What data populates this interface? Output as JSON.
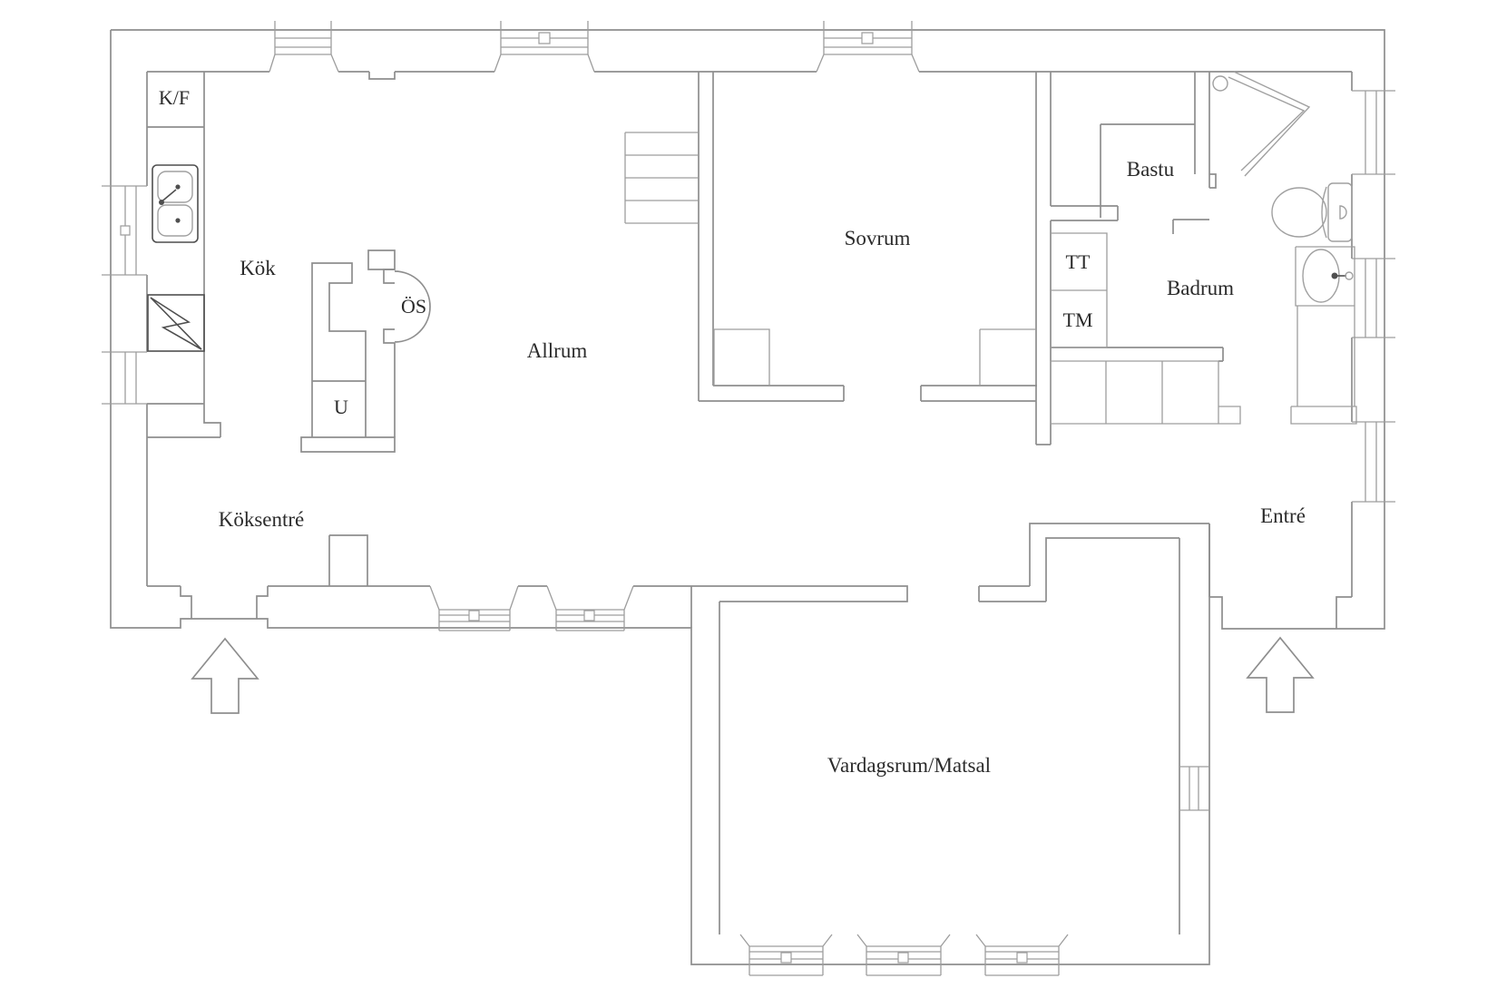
{
  "plan": {
    "type": "floor-plan",
    "language": "Swedish",
    "rooms": {
      "kf": "K/F",
      "kok": "Kök",
      "os": "ÖS",
      "u": "U",
      "allrum": "Allrum",
      "koksentre": "Köksentré",
      "sovrum": "Sovrum",
      "bastu": "Bastu",
      "tt": "TT",
      "tm": "TM",
      "badrum": "Badrum",
      "entre": "Entré",
      "vardagsrum": "Vardagsrum/Matsal"
    },
    "fixtures": {
      "kitchen_sink": "double-bowl-sink-icon",
      "stove": "stove-lightning-icon",
      "fridge_freezer": "K/F cabinet",
      "fireplace": "open-hearth-semicircle-icon",
      "stairs": "stairs-4-treads",
      "toilet": "toilet-icon",
      "washbasin": "washbasin-icon",
      "shower": "corner-shower-icon",
      "laundry": [
        "TT",
        "TM"
      ]
    },
    "entrances": {
      "count": 2,
      "symbol": "up-arrow",
      "locations": [
        "kitchen entrance (bottom left)",
        "main entrance (bottom right)"
      ]
    },
    "colors": {
      "background": "#ffffff",
      "wall_line": "#8e8e8e",
      "fixture_line": "#a0a0a0",
      "dark_line": "#4f4f4f",
      "text": "#2b2b2b"
    }
  }
}
